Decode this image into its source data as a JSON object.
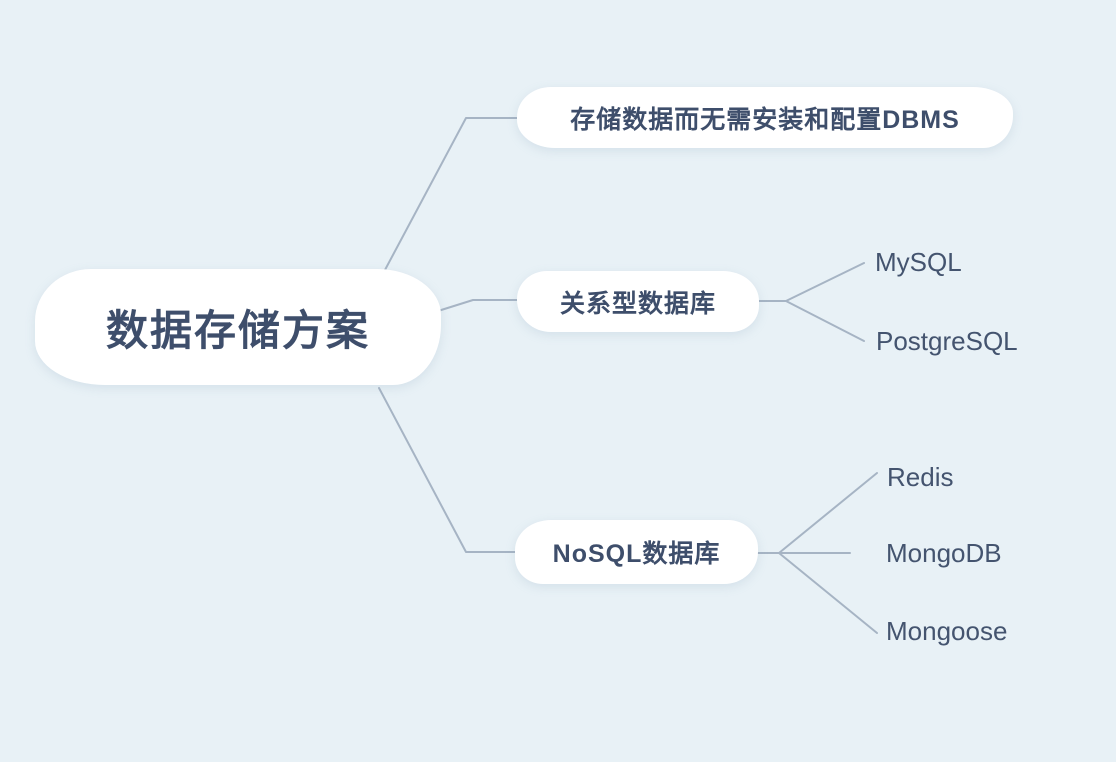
{
  "colors": {
    "background": "#e8f1f6",
    "node_background": "#ffffff",
    "node_text": "#3e4e6b",
    "leaf_text": "#44546f",
    "connector_line": "#a6b4c4"
  },
  "mindmap": {
    "root": {
      "label": "数据存储方案"
    },
    "branches": [
      {
        "label": "存储数据而无需安装和配置DBMS",
        "children": []
      },
      {
        "label": "关系型数据库",
        "children": [
          {
            "label": "MySQL"
          },
          {
            "label": "PostgreSQL"
          }
        ]
      },
      {
        "label": "NoSQL数据库",
        "children": [
          {
            "label": "Redis"
          },
          {
            "label": "MongoDB"
          },
          {
            "label": "Mongoose"
          }
        ]
      }
    ]
  }
}
